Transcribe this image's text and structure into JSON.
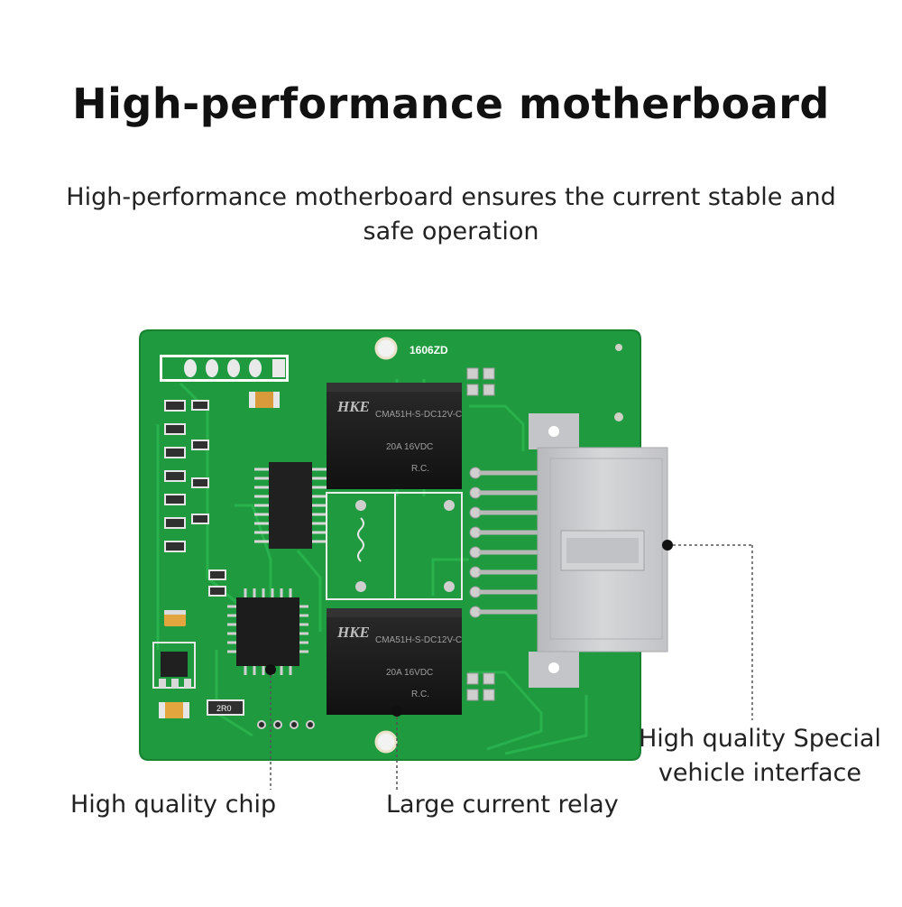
{
  "header": {
    "title": "High-performance motherboard",
    "subtitle": "High-performance motherboard ensures the current stable and safe operation"
  },
  "board": {
    "silkscreen_code": "1606ZD",
    "relay_brand": "HKE",
    "relay_model": "CMA51H-S-DC12V-C",
    "relay_rating": "20A 16VDC",
    "relay_cert": "R.C.",
    "resistor_code": "2R0",
    "colors": {
      "pcb": "#1e9b3e",
      "pcb_trace": "#27b04b",
      "relay": "#1a1a1a",
      "connector": "#c9cacc",
      "pin": "#b8b8b8"
    }
  },
  "callouts": {
    "chip": "High quality chip",
    "relay": "Large current relay",
    "interface_line1": "High quality Special",
    "interface_line2": "vehicle interface"
  }
}
